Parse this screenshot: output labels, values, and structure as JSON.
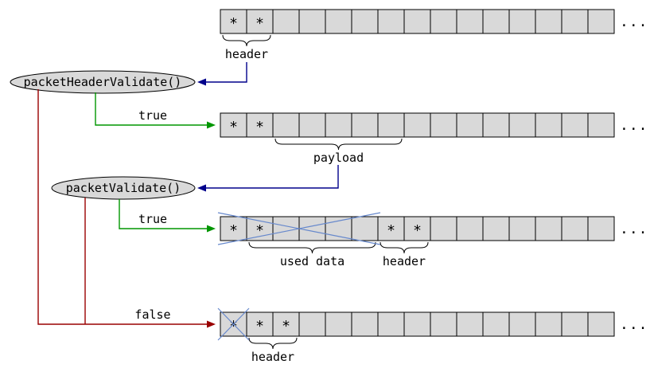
{
  "diagram": {
    "star_symbol": "*",
    "colors": {
      "background": "#ffffff",
      "cell_fill": "#d9d9d9",
      "node_fill": "#d9d9d9",
      "pointer": "#00008b",
      "true_branch": "#009600",
      "false_branch": "#990000",
      "cross": "#6688cc"
    },
    "functions": [
      {
        "id": "packet-header-validate",
        "label": "packetHeaderValidate()"
      },
      {
        "id": "packet-validate",
        "label": "packetValidate()"
      }
    ],
    "edges": [
      {
        "id": "header-pointer",
        "label": ""
      },
      {
        "id": "header-valid-true",
        "label": "true"
      },
      {
        "id": "payload-pointer",
        "label": ""
      },
      {
        "id": "packet-valid-true",
        "label": "true"
      },
      {
        "id": "validate-false",
        "label": "false"
      }
    ],
    "rows": [
      {
        "id": "buffer-incoming",
        "cell_count": 15,
        "stars": [
          0,
          1
        ],
        "crosses": [],
        "ellipsis": "...",
        "braces": [
          {
            "from": 0,
            "to": 1,
            "label": "header"
          }
        ]
      },
      {
        "id": "buffer-header-valid",
        "cell_count": 15,
        "stars": [
          0,
          1
        ],
        "crosses": [],
        "ellipsis": "...",
        "braces": [
          {
            "from": 2,
            "to": 6,
            "label": "payload"
          }
        ]
      },
      {
        "id": "buffer-packet-valid",
        "cell_count": 15,
        "stars": [
          0,
          1,
          6,
          7
        ],
        "crosses": [
          {
            "from": 0,
            "to": 5
          }
        ],
        "ellipsis": "...",
        "braces": [
          {
            "from": 1,
            "to": 5,
            "label": "used data"
          },
          {
            "from": 6,
            "to": 7,
            "label": "header"
          }
        ]
      },
      {
        "id": "buffer-invalid",
        "cell_count": 15,
        "stars": [
          0,
          1,
          2
        ],
        "crosses": [
          {
            "from": 0,
            "to": 0
          }
        ],
        "ellipsis": "...",
        "braces": [
          {
            "from": 1,
            "to": 2,
            "label": "header"
          }
        ]
      }
    ]
  }
}
